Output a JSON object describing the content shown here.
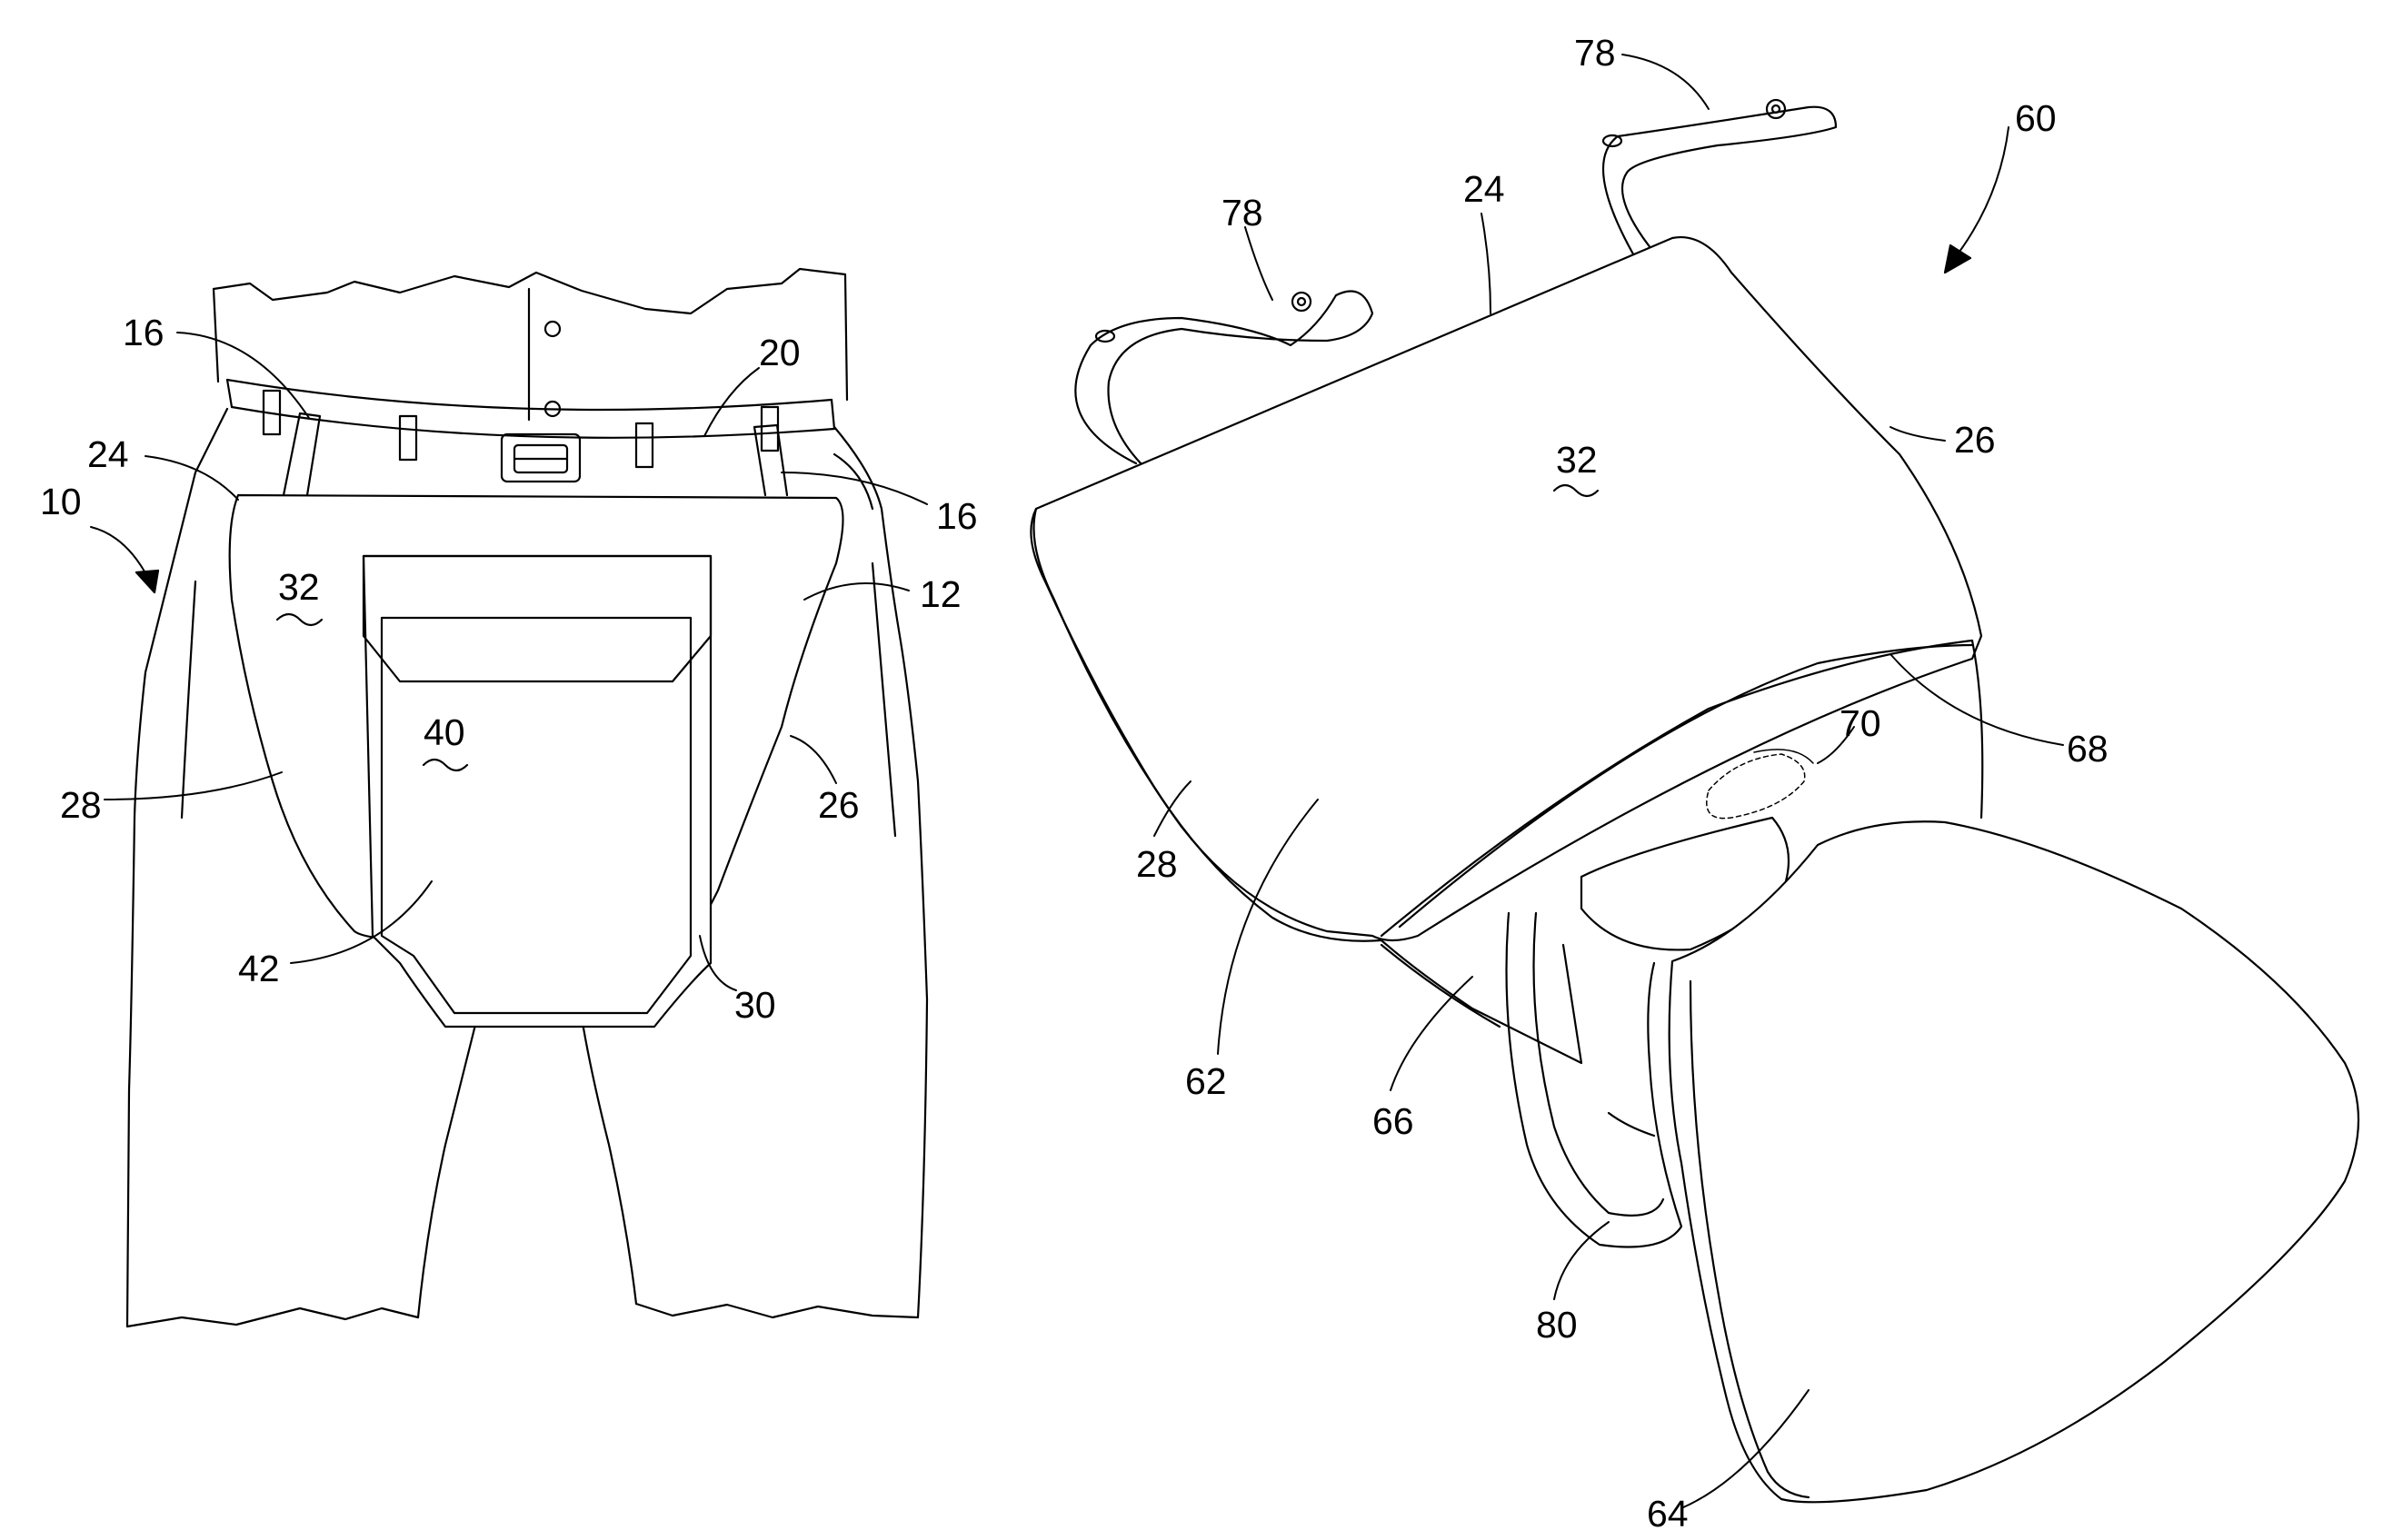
{
  "figure": {
    "left": {
      "labels": {
        "l10": "10",
        "l16a": "16",
        "l16b": "16",
        "l20": "20",
        "l24": "24",
        "l32": "32",
        "l12": "12",
        "l40": "40",
        "l28": "28",
        "l26": "26",
        "l42": "42",
        "l30": "30"
      }
    },
    "right": {
      "labels": {
        "l78a": "78",
        "l78b": "78",
        "l24": "24",
        "l60": "60",
        "l32": "32",
        "l26": "26",
        "l68": "68",
        "l70": "70",
        "l28": "28",
        "l62": "62",
        "l66": "66",
        "l80": "80",
        "l64": "64"
      }
    }
  }
}
